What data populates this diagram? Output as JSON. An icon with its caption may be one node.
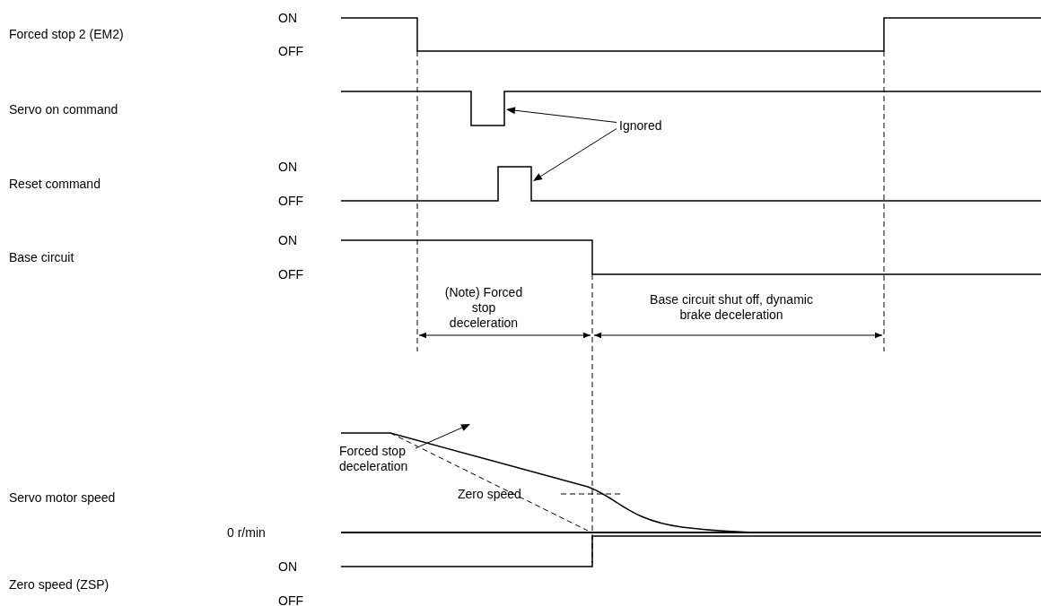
{
  "diagram": {
    "nodes": [
      {
        "text": [
          "Ignored"
        ]
      },
      {
        "text": [
          "Forced stop deceleration"
        ]
      }
    ],
    "edges": [
      {
        "from": 0,
        "to": null,
        "arrow": "to"
      },
      {
        "from": 0,
        "to": null,
        "arrow": "to"
      },
      {
        "from": 1,
        "to": null,
        "arrow": "to"
      }
    ],
    "labels": [
      "Forced stop 2 (EM2)",
      "ON",
      "OFF",
      "Servo on command",
      "Reset command",
      "ON",
      "OFF",
      "Base circuit",
      "ON",
      "OFF",
      "(Note) Forced stop deceleration",
      "Base circuit shut off, dynamic brake deceleration",
      "Servo motor speed",
      "Zero speed",
      "0 r/min",
      "Zero speed (ZSP)",
      "ON",
      "OFF"
    ]
  }
}
